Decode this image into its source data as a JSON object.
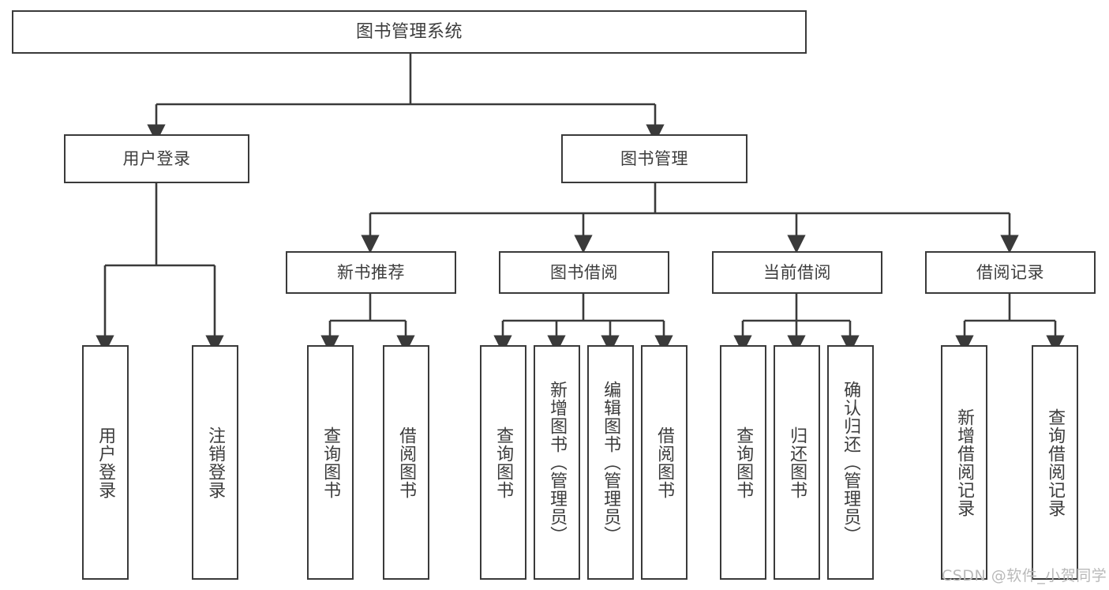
{
  "diagram": {
    "type": "tree",
    "title": "图书管理系统",
    "colors": {
      "background": "#ffffff",
      "box_border": "#3a3a3a",
      "connector": "#3a3a3a",
      "text": "#3d3d3d",
      "watermark": "#b9b9b9"
    },
    "root": {
      "label": "图书管理系统"
    },
    "level2": [
      {
        "label": "用户登录"
      },
      {
        "label": "图书管理"
      }
    ],
    "level3": [
      {
        "label": "新书推荐"
      },
      {
        "label": "图书借阅"
      },
      {
        "label": "当前借阅"
      },
      {
        "label": "借阅记录"
      }
    ],
    "leaves": {
      "user_login": [
        {
          "label": "用户登录"
        },
        {
          "label": "注销登录"
        }
      ],
      "new_book_recommend": [
        {
          "label": "查询图书"
        },
        {
          "label": "借阅图书"
        }
      ],
      "book_borrow": [
        {
          "label": "查询图书"
        },
        {
          "label": "新增图书（管理员）"
        },
        {
          "label": "编辑图书（管理员）"
        },
        {
          "label": "借阅图书"
        }
      ],
      "current_borrow": [
        {
          "label": "查询图书"
        },
        {
          "label": "归还图书"
        },
        {
          "label": "确认归还（管理员）"
        }
      ],
      "borrow_record": [
        {
          "label": "新增借阅记录"
        },
        {
          "label": "查询借阅记录"
        }
      ]
    }
  },
  "watermark": {
    "text": "CSDN @软件_小贺同学"
  }
}
